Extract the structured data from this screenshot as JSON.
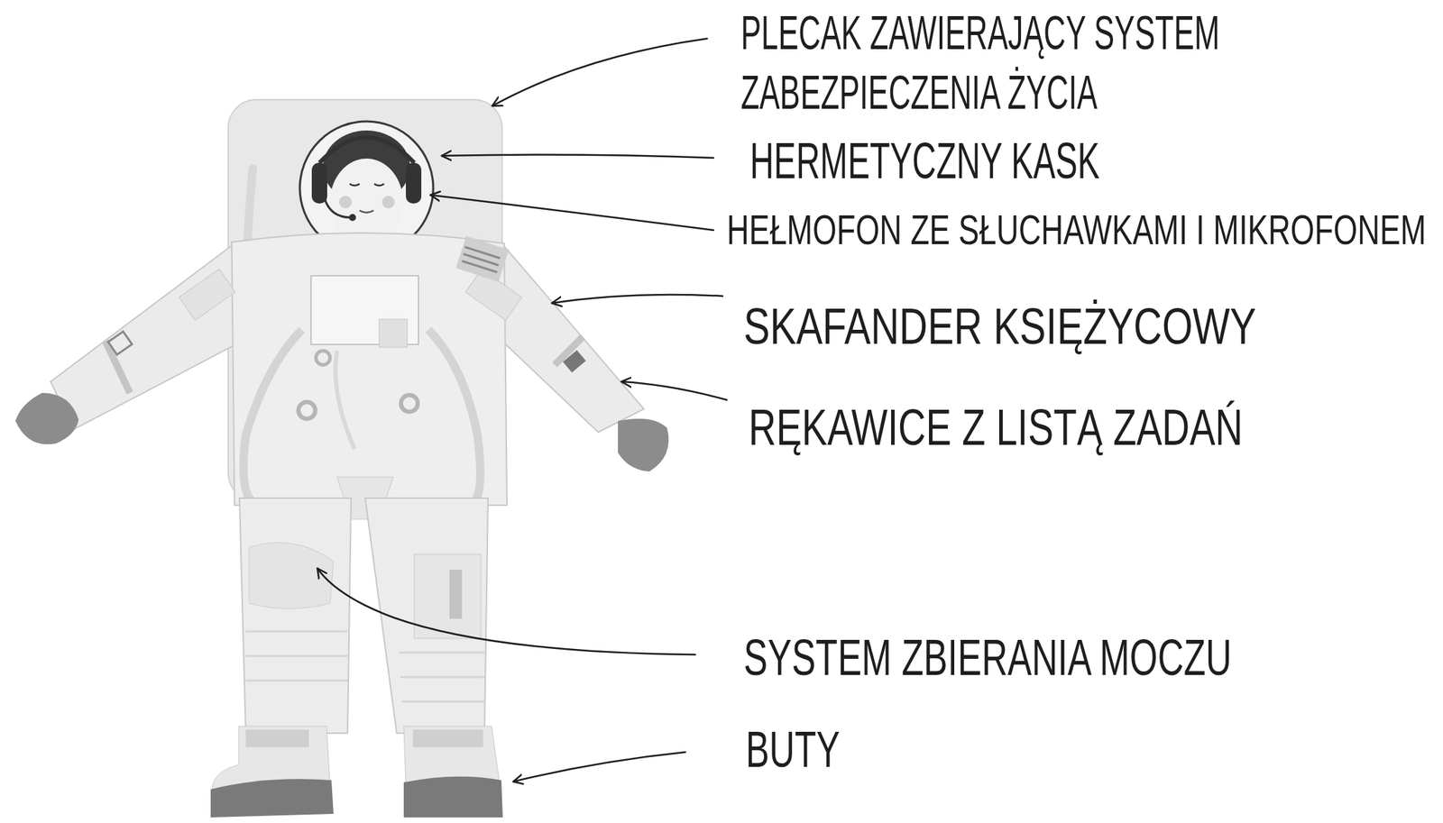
{
  "diagram": {
    "labels": [
      "PLECAK ZAWIERAJĄCY SYSTEM ZABEZPIECZENIA ŻYCIA",
      "HERMETYCZNY KASK",
      "HEŁMOFON ZE SŁUCHAWKAMI I MIKROFONEM",
      "SKAFANDER KSIĘŻYCOWY",
      "RĘKAWICE Z LISTĄ ZADAŃ",
      "SYSTEM ZBIERANIA MOCZU",
      "BUTY"
    ]
  }
}
